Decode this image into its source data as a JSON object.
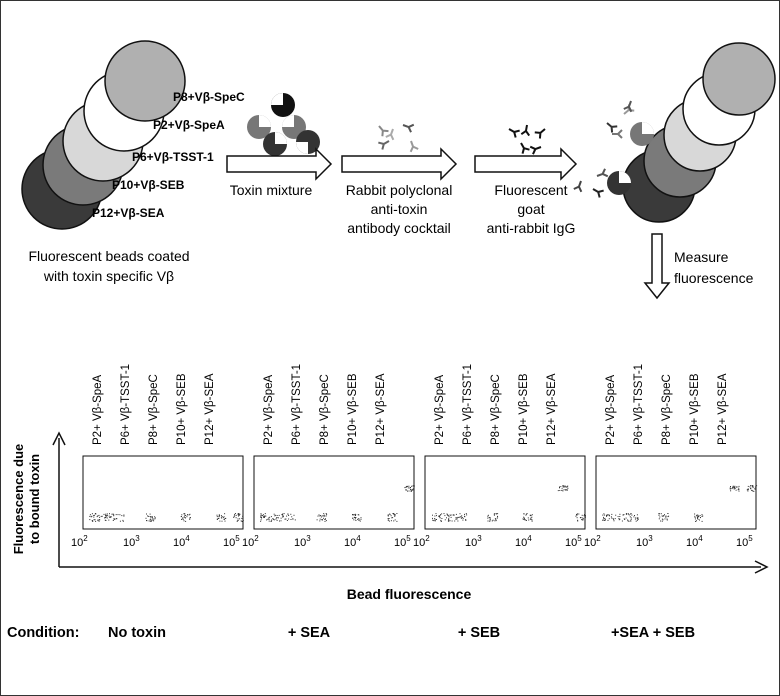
{
  "beads_left": {
    "labels": [
      "P8+Vβ-SpeC",
      "P2+Vβ-SpeA",
      "P6+Vβ-TSST-1",
      "P10+Vβ-SEB",
      "P12+Vβ-SEA"
    ],
    "caption_line1": "Fluorescent beads coated",
    "caption_line2": "with toxin specific Vβ"
  },
  "steps": {
    "toxin_mixture": "Toxin mixture",
    "rabbit_line1": "Rabbit polyclonal",
    "rabbit_line2": "anti-toxin",
    "rabbit_line3": "antibody cocktail",
    "goat_line1": "Fluorescent",
    "goat_line2": "goat",
    "goat_line3": "anti-rabbit IgG",
    "measure_line1": "Measure",
    "measure_line2": "fluorescence"
  },
  "plots": {
    "ylabel_line1": "Fluorescence due",
    "ylabel_line2": "to bound toxin",
    "xlabel": "Bead fluorescence",
    "tick_base": "10",
    "tick_exps": [
      "2",
      "3",
      "4",
      "5"
    ],
    "panels": [
      {
        "labels": [
          "P2+ Vβ-SpeA",
          "P6+ Vβ-TSST-1",
          "P8+ Vβ-SpeC",
          "P10+ Vβ-SEB",
          "P12+ Vβ-SEA"
        ]
      },
      {
        "labels": [
          "P2+ Vβ-SpeA",
          "P6+ Vβ-TSST-1",
          "P8+ Vβ-SpeC",
          "P10+ Vβ-SEB",
          "P12+ Vβ-SEA"
        ]
      },
      {
        "labels": [
          "P2+ Vβ-SpeA",
          "P6+ Vβ-TSST-1",
          "P8+ Vβ-SpeC",
          "P10+ Vβ-SEB",
          "P12+ Vβ-SEA"
        ]
      },
      {
        "labels": [
          "P2+ Vβ-SpeA",
          "P6+ Vβ-TSST-1",
          "P8+ Vβ-SpeC",
          "P10+ Vβ-SEB",
          "P12+ Vβ-SEA"
        ]
      }
    ]
  },
  "conditions": {
    "heading": "Condition:",
    "names": [
      "No toxin",
      "+ SEA",
      "+ SEB",
      "+SEA + SEB"
    ],
    "raised": [
      [],
      [
        "SEA"
      ],
      [
        "SEB"
      ],
      [
        "SEB",
        "SEA"
      ]
    ]
  }
}
